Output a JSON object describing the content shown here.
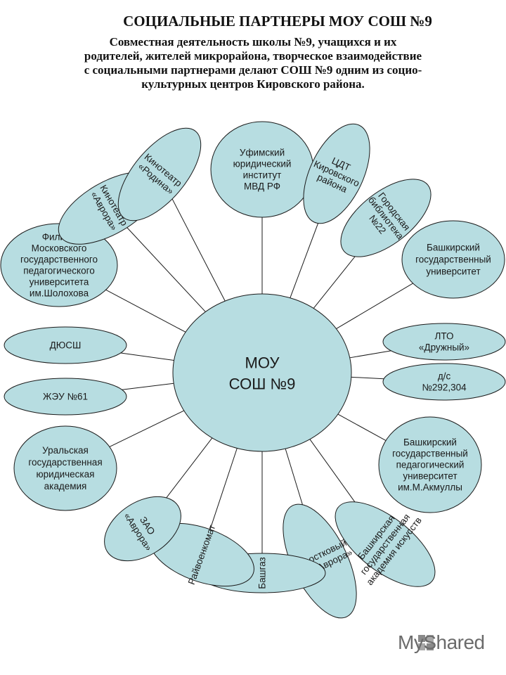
{
  "header": {
    "title": "СОЦИАЛЬНЫЕ ПАРТНЕРЫ МОУ СОШ №9",
    "description_lines": [
      "Совместная деятельность школы №9, учащихся и их",
      "родителей, жителей микрорайона, творческое взаимодействие",
      "с социальными партнерами делают СОШ №9 одним из социо-",
      "культурных центров Кировского района."
    ]
  },
  "center": {
    "label_lines": [
      "МОУ",
      "СОШ №9"
    ]
  },
  "partners": [
    {
      "id": "ufa-law-institute",
      "lines": [
        "Уфимский",
        "юридический",
        "институт",
        "МВД РФ"
      ]
    },
    {
      "id": "cdt-kirov",
      "lines": [
        "ЦДТ",
        "Кировского",
        "района"
      ]
    },
    {
      "id": "city-library",
      "lines": [
        "Городская",
        "библиотека",
        "№22"
      ]
    },
    {
      "id": "bashkir-state-university",
      "lines": [
        "Башкирский",
        "государственный",
        "университет"
      ]
    },
    {
      "id": "lto-druzhny",
      "lines": [
        "ЛТО",
        "«Дружный»"
      ]
    },
    {
      "id": "kindergarten",
      "lines": [
        "д/с",
        "№292,304"
      ]
    },
    {
      "id": "bashkir-pedagogical-university",
      "lines": [
        "Башкирский",
        "государственный",
        "педагогический",
        "университет",
        "им.М.Акмуллы"
      ]
    },
    {
      "id": "bashkir-arts-academy",
      "lines": [
        "Башкирская",
        "государственная",
        "академия искусств"
      ]
    },
    {
      "id": "teen-club-avrora",
      "lines": [
        "Подростковый",
        "клуб «Аврора»"
      ]
    },
    {
      "id": "bashgaz",
      "lines": [
        "Башгаз"
      ]
    },
    {
      "id": "military-office",
      "lines": [
        "Райвоенкомат"
      ]
    },
    {
      "id": "zao-avrora",
      "lines": [
        "ЗАО",
        "«Аврора»"
      ]
    },
    {
      "id": "ural-law-academy",
      "lines": [
        "Уральская",
        "государственная",
        "юридическая",
        "академия"
      ]
    },
    {
      "id": "zheu-61",
      "lines": [
        "ЖЭУ №61"
      ]
    },
    {
      "id": "dyussh",
      "lines": [
        "ДЮСШ"
      ]
    },
    {
      "id": "moscow-pedagogical-branch",
      "lines": [
        "Филиал",
        "Московского",
        "государственного",
        "педагогического",
        "университета",
        "им.Шолохова"
      ]
    },
    {
      "id": "cinema-avrora",
      "lines": [
        "Кинотеатр",
        "«Аврора»"
      ]
    },
    {
      "id": "cinema-rodina",
      "lines": [
        "Кинотеатр",
        "«Родина»"
      ]
    }
  ],
  "style": {
    "fill": "#b7dde1",
    "stroke": "#1a1a1a"
  },
  "watermark": {
    "text": "MyShared"
  }
}
